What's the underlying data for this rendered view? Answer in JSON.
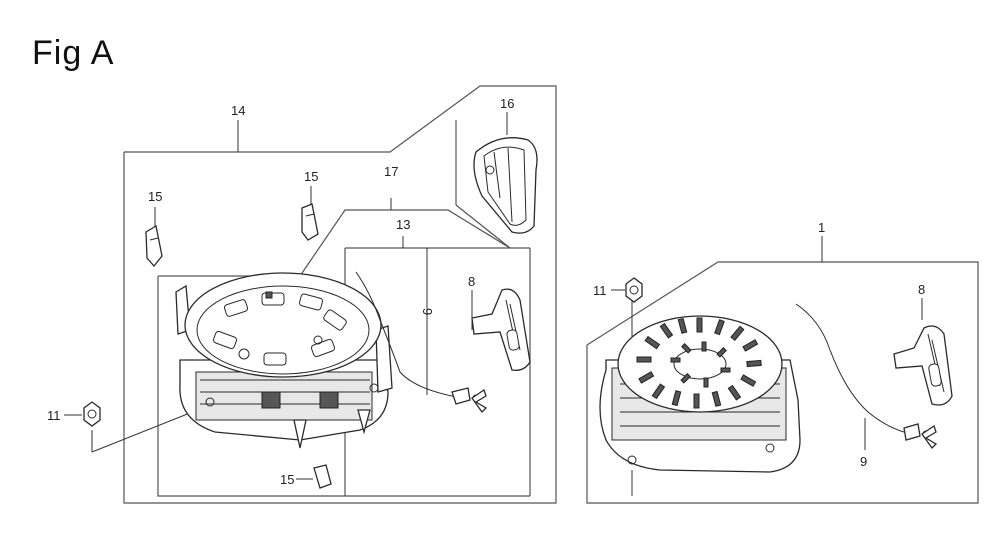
{
  "figure": {
    "title": "Fig A",
    "callouts": {
      "c14": "14",
      "c16": "16",
      "c15_top_left": "15",
      "c15_top_mid": "15",
      "c17": "17",
      "c13": "13",
      "c8_left": "8",
      "c9_left": "9",
      "c11_left": "11",
      "c15_bottom": "15",
      "c1": "1",
      "c11_right": "11",
      "c8_right": "8",
      "c9_right": "9"
    }
  }
}
